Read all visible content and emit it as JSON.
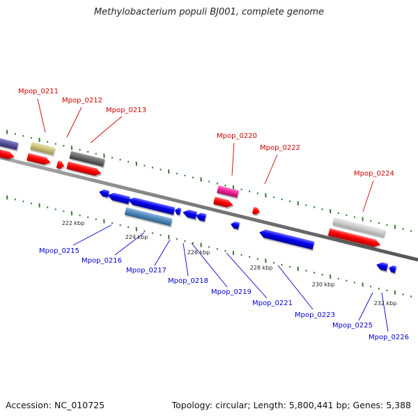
{
  "title": "Methylobacterium populi BJ001, complete genome",
  "footer": {
    "accession": "Accession: NC_010725",
    "summary": "Topology: circular; Length: 5,800,441 bp; Genes: 5,388"
  },
  "colors": {
    "backbone": "#888888",
    "tick": "#2e7d2e",
    "forward_label": "#cc0000",
    "reverse_label": "#0000cc",
    "forward_cds": "#ff0000",
    "reverse_cds": "#0000ee",
    "kbp_label": "#222222"
  },
  "scale_labels": [
    "222 kbp",
    "224 kbp",
    "226 kbp",
    "228 kbp",
    "230 kbp",
    "232 kbp"
  ],
  "forward_genes": [
    "Mpop_0211",
    "Mpop_0212",
    "Mpop_0213",
    "Mpop_0220",
    "Mpop_0222",
    "Mpop_0224"
  ],
  "reverse_genes": [
    "Mpop_0215",
    "Mpop_0216",
    "Mpop_0217",
    "Mpop_0218",
    "Mpop_0219",
    "Mpop_0221",
    "Mpop_0223",
    "Mpop_0225",
    "Mpop_0226"
  ]
}
